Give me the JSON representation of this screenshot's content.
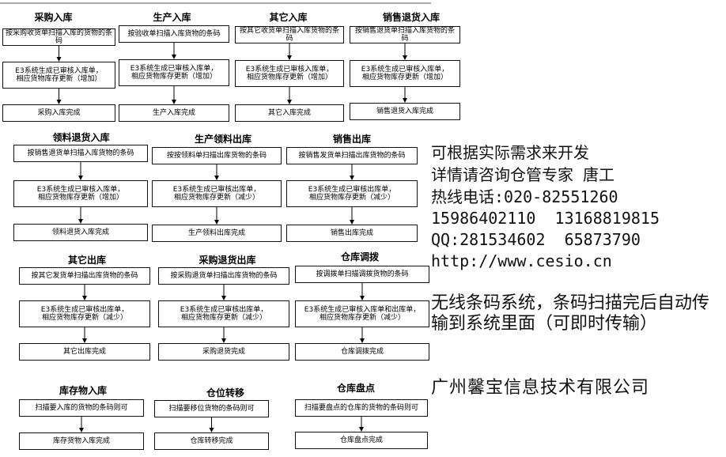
{
  "flows": [
    {
      "title": "采购入库",
      "steps": [
        "按采购收货单扫描入库的货物的条码",
        "E3系统生成已审核入库单，\n相应货物库存更新（增加）",
        "采购入库完成"
      ]
    },
    {
      "title": "生产入库",
      "steps": [
        "按验收单扫描入库货物的条码",
        "E3系统生成已审核入库单，\n相应货物库存更新（增加）",
        "生产入库完成"
      ]
    },
    {
      "title": "其它入库",
      "steps": [
        "按其它收货单扫描入库货物的条码",
        "E3系统生成已审核入库单，\n相应货物库存更新（增加）",
        "其它入库完成"
      ]
    },
    {
      "title": "销售退货入库",
      "steps": [
        "按销售退货单扫描入库货物的条码",
        "E3系统生成已审核入库单，\n相应货物库存更新（增加）",
        "销售退货入库完成"
      ]
    },
    {
      "title": "领料退货入库",
      "steps": [
        "按销售退货单扫描入库货物的条码",
        "E3系统生成已审核入库单，\n相应货物库存更新（增加）",
        "领料退货入库完成"
      ]
    },
    {
      "title": "生产领料出库",
      "steps": [
        "按按领料单扫描出库货物的条码",
        "E3系统生成已审核出库单，\n相应货物库存更新（减少）",
        "生产领料出库完成"
      ]
    },
    {
      "title": "销售出库",
      "steps": [
        "按销售发货单扫描出库货物的条码",
        "E3系统生成已审核出库单，\n相应货物库存更新（减少）",
        "销售出库完成"
      ]
    },
    {
      "title": "其它出库",
      "steps": [
        "按其它发货单扫描出库货物的条码",
        "E3系统生成已审核出库单，\n相应货物库存更新（减少）",
        "其它出库完成"
      ]
    },
    {
      "title": "采购退货出库",
      "steps": [
        "按采购退货单扫描出库货物的条码",
        "E3系统生成已审核出库单，\n相应货物库存更新（减少）",
        "采购退货完成"
      ]
    },
    {
      "title": "仓库调拨",
      "steps": [
        "按调拨单扫描调拨货物的条码",
        "E3系统生成已审核入库单和出库单，\n相应货物库存更新（减少）",
        "仓库调拨完成"
      ]
    },
    {
      "title": "库存物入库",
      "steps": [
        "扫描要入库的货物的条码则可",
        "库存货物入库完成"
      ]
    },
    {
      "title": "仓位转移",
      "steps": [
        "扫描要移位货物的条码则可",
        "仓库转移完成"
      ]
    },
    {
      "title": "仓库盘点",
      "steps": [
        "扫描要盘点的仓库的货物的条码则可",
        "仓库盘点完成"
      ]
    }
  ],
  "contact": {
    "line1": "可根据实际需求来开发",
    "line2": "详情请咨询仓管专家 唐工",
    "line3": "热线电话:020-82551260",
    "line4": "15986402110  13168819815",
    "line5": "QQ:281534602  65873790",
    "line6": "http://www.cesio.cn"
  },
  "wireless": "无线条码系统，条码扫描完后自动传输到系统里面（可即时传输）",
  "company": "广州馨宝信息技术有限公司"
}
